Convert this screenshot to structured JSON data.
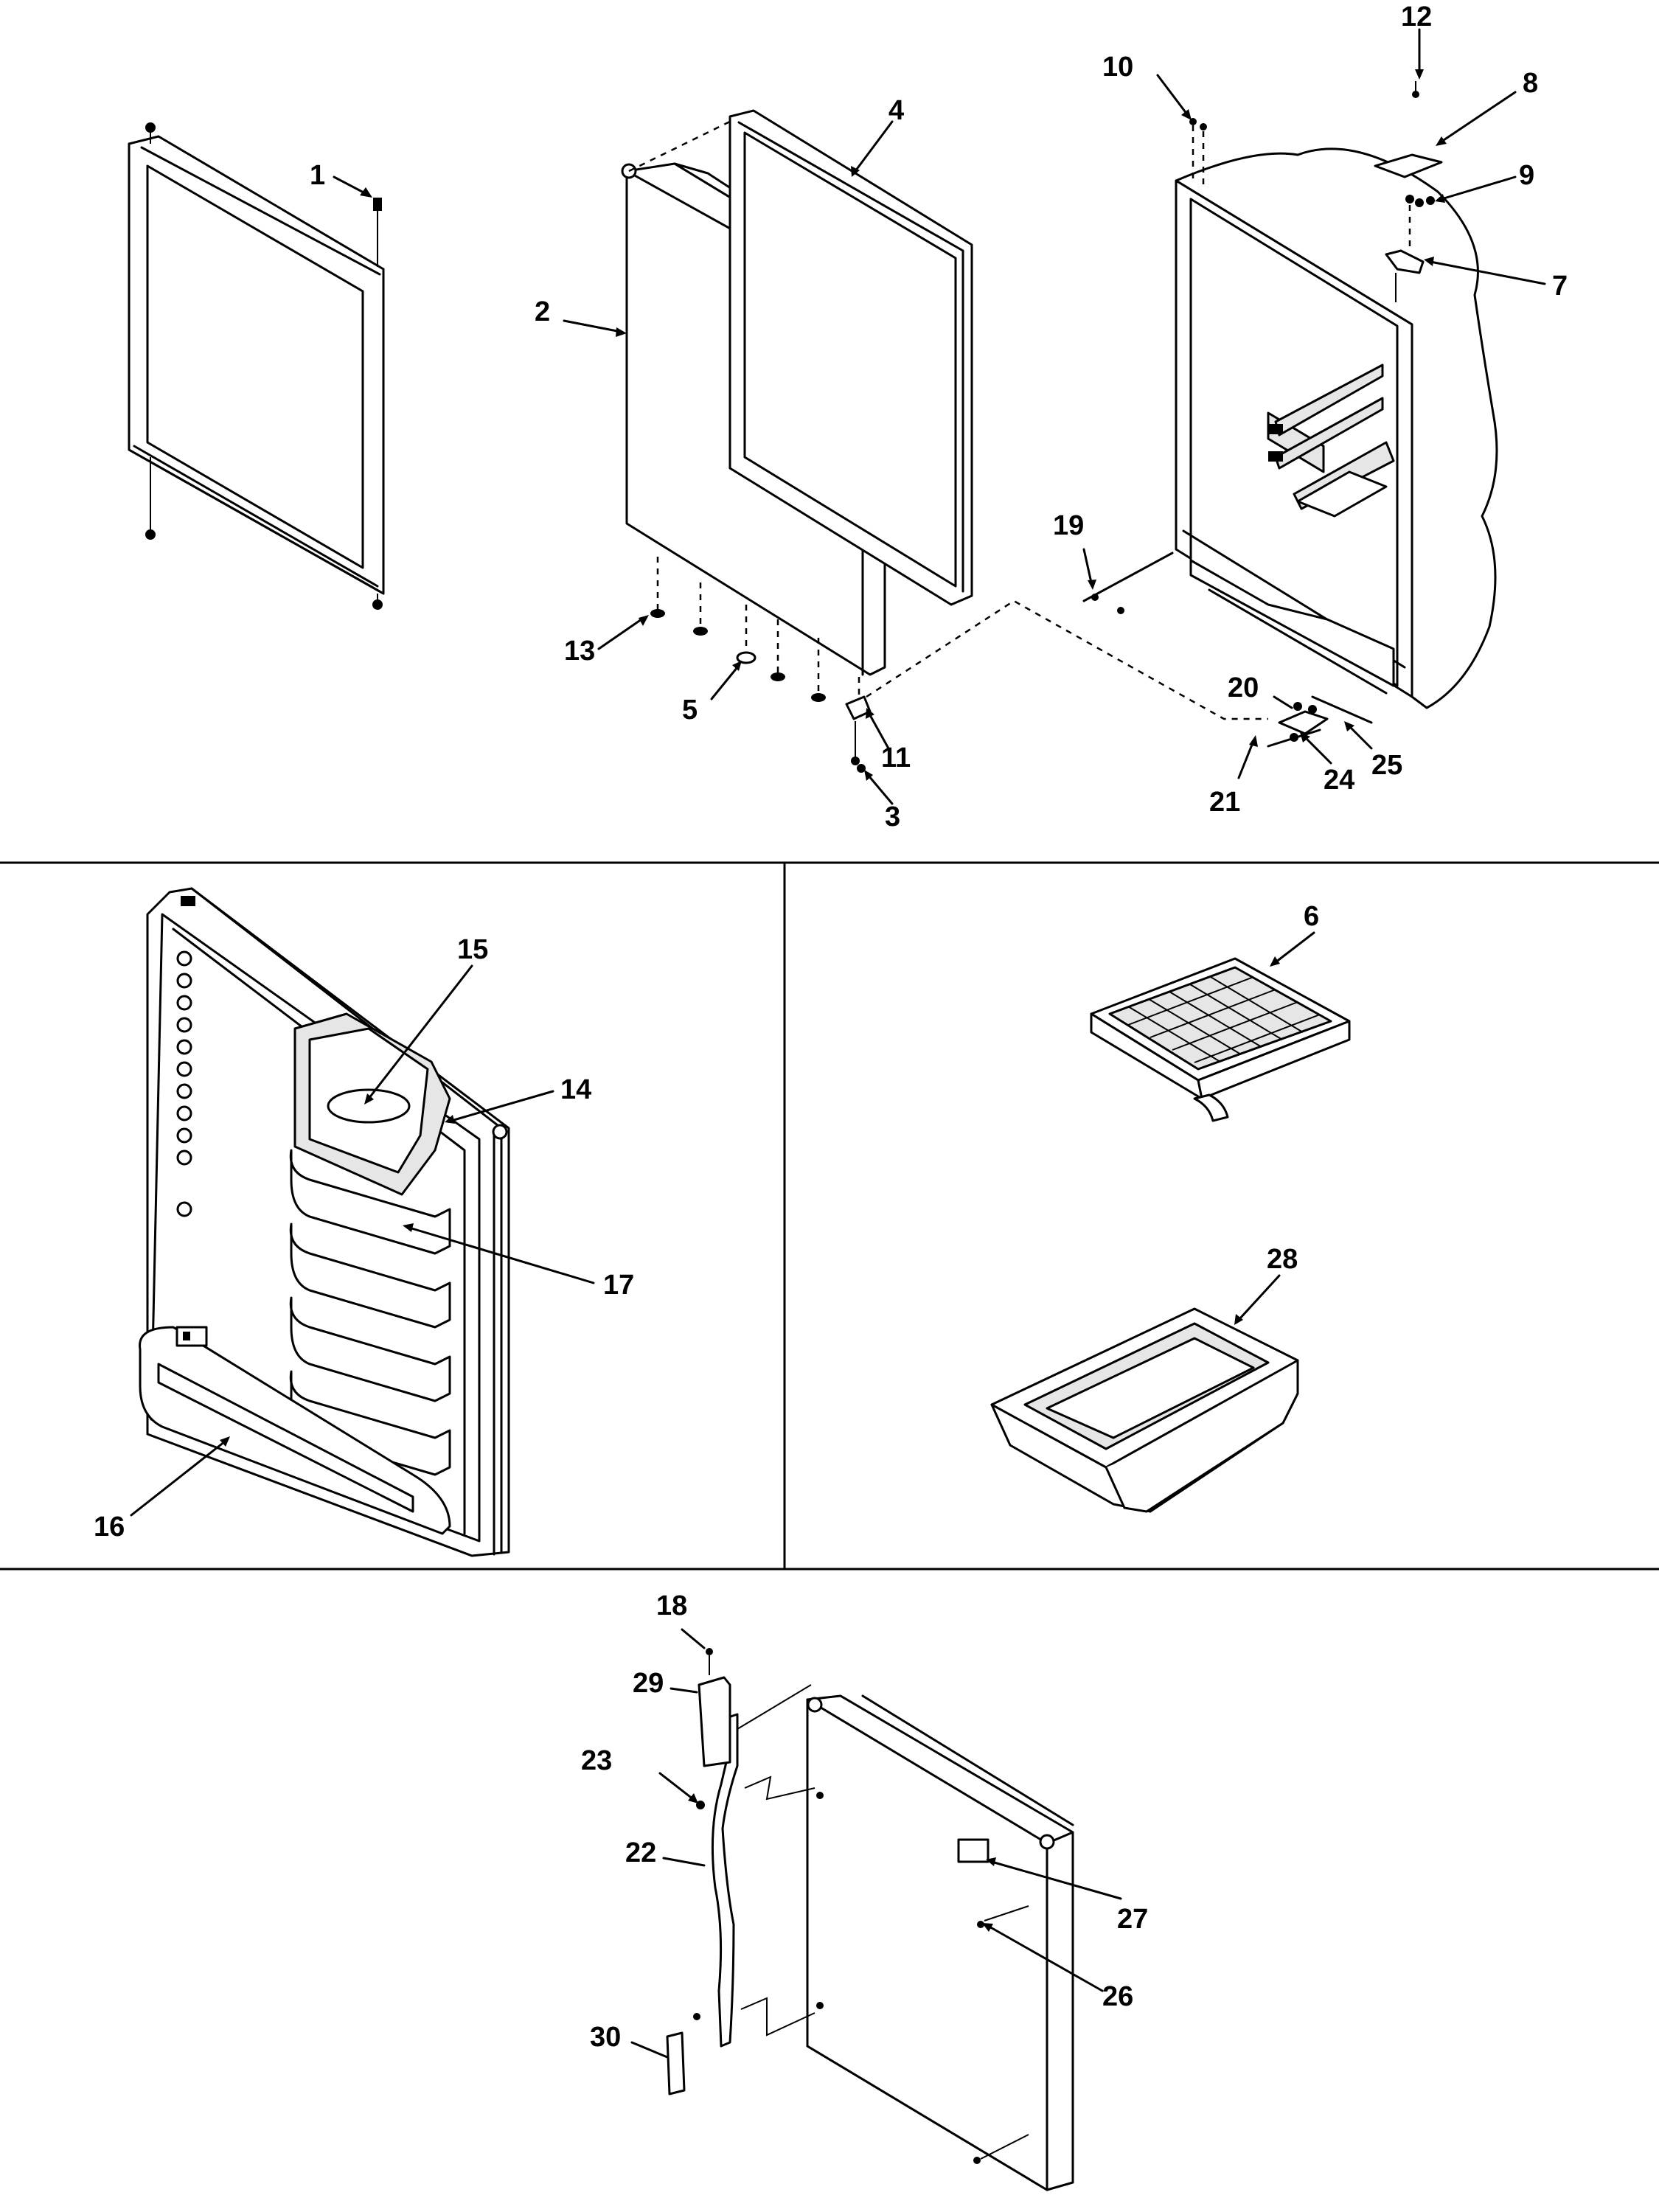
{
  "callouts": [
    {
      "id": "c1",
      "text": "1"
    },
    {
      "id": "c2",
      "text": "2"
    },
    {
      "id": "c3",
      "text": "3"
    },
    {
      "id": "c4",
      "text": "4"
    },
    {
      "id": "c5",
      "text": "5"
    },
    {
      "id": "c6",
      "text": "6"
    },
    {
      "id": "c7",
      "text": "7"
    },
    {
      "id": "c8",
      "text": "8"
    },
    {
      "id": "c9",
      "text": "9"
    },
    {
      "id": "c10",
      "text": "10"
    },
    {
      "id": "c11",
      "text": "11"
    },
    {
      "id": "c12",
      "text": "12"
    },
    {
      "id": "c13",
      "text": "13"
    },
    {
      "id": "c14",
      "text": "14"
    },
    {
      "id": "c15",
      "text": "15"
    },
    {
      "id": "c16",
      "text": "16"
    },
    {
      "id": "c17",
      "text": "17"
    },
    {
      "id": "c18",
      "text": "18"
    },
    {
      "id": "c19",
      "text": "19"
    },
    {
      "id": "c20",
      "text": "20"
    },
    {
      "id": "c21",
      "text": "21"
    },
    {
      "id": "c22",
      "text": "22"
    },
    {
      "id": "c23",
      "text": "23"
    },
    {
      "id": "c24",
      "text": "24"
    },
    {
      "id": "c25",
      "text": "25"
    },
    {
      "id": "c26",
      "text": "26"
    },
    {
      "id": "c27",
      "text": "27"
    },
    {
      "id": "c28",
      "text": "28"
    },
    {
      "id": "c29",
      "text": "29"
    },
    {
      "id": "c30",
      "text": "30"
    }
  ]
}
